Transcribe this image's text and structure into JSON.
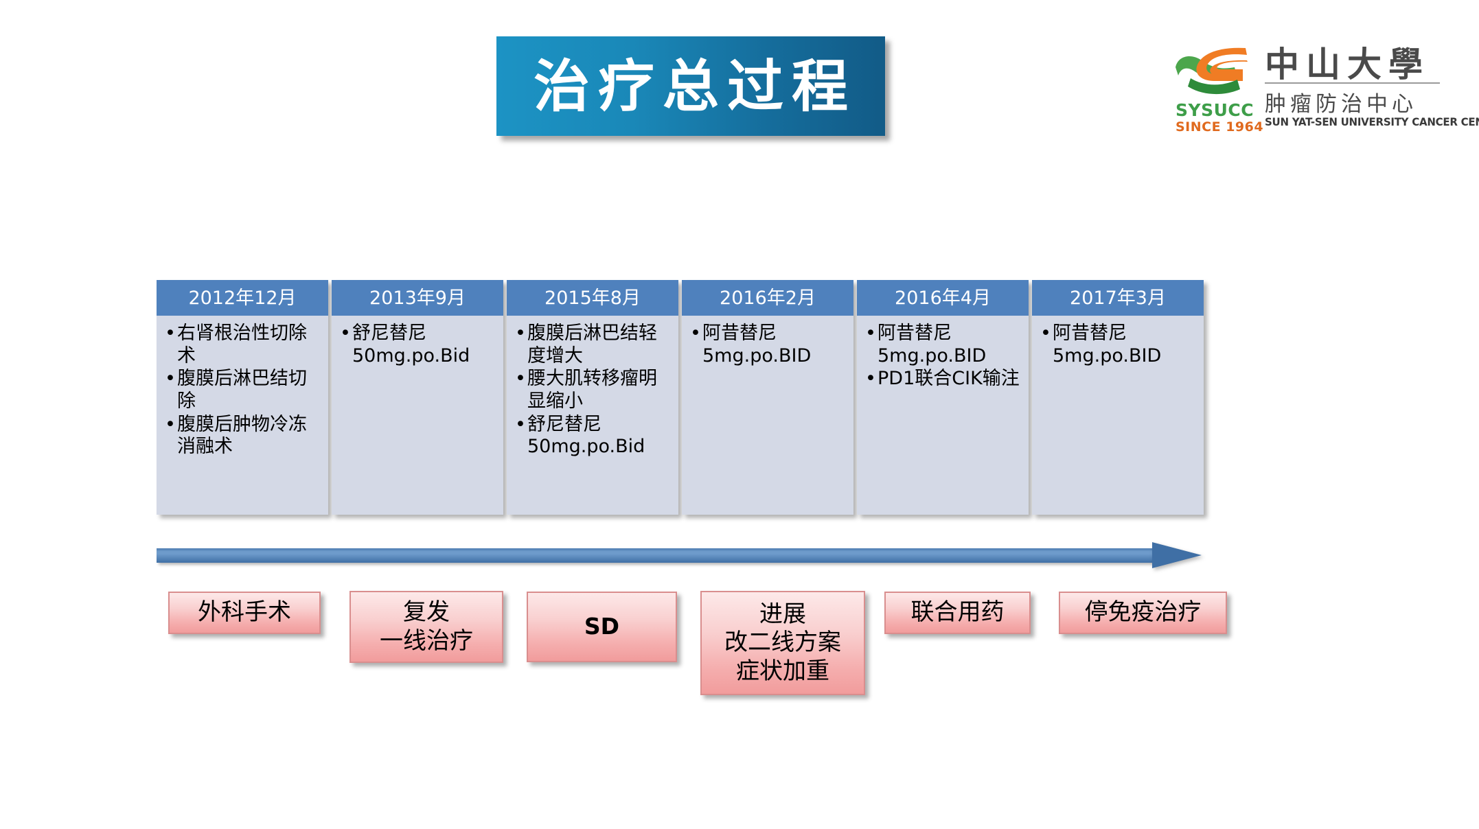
{
  "slide": {
    "title": "治疗总过程",
    "background_color": "#FFFFFF"
  },
  "logo": {
    "name": "sysucc-logo",
    "acronym": "SYSUCC",
    "since": "SINCE 1964",
    "cn_main": "中山大學",
    "cn_sub": "肿瘤防治中心",
    "en_name": "SUN YAT-SEN UNIVERSITY CANCER CENTER",
    "colors": {
      "green": "#3E9E49",
      "orange": "#E8752A",
      "text_gray": "#4A4A4A"
    }
  },
  "theme": {
    "title_gradient_start": "#1C93C4",
    "title_gradient_end": "#125B87",
    "card_header_blue": "#4F81BD",
    "card_body_blue": "#D4D9E6",
    "arrow_blue": "#3F6FA5",
    "stage_pink_light": "#FDE9E9",
    "stage_pink_dark": "#F19C9C",
    "stage_border": "#D98E8E"
  },
  "timeline": {
    "cards": [
      {
        "date": "2012年12月",
        "items": [
          "右肾根治性切除术",
          "腹膜后淋巴结切除",
          "腹膜后肿物冷冻消融术"
        ]
      },
      {
        "date": "2013年9月",
        "items": [
          "舒尼替尼50mg.po.Bid"
        ]
      },
      {
        "date": "2015年8月",
        "items": [
          "腹膜后淋巴结轻度增大",
          "腰大肌转移瘤明显缩小",
          "舒尼替尼50mg.po.Bid"
        ]
      },
      {
        "date": "2016年2月",
        "items": [
          "阿昔替尼5mg.po.BID"
        ]
      },
      {
        "date": "2016年4月",
        "items": [
          "阿昔替尼5mg.po.BID",
          "PD1联合CIK输注"
        ]
      },
      {
        "date": "2017年3月",
        "items": [
          "阿昔替尼5mg.po.BID"
        ]
      }
    ],
    "arrow": {
      "name": "timeline-arrow",
      "direction": "right"
    },
    "stages": [
      {
        "label": "外科手术",
        "script": "cjk"
      },
      {
        "label": "复发\n一线治疗",
        "script": "cjk"
      },
      {
        "label": "SD",
        "script": "latin"
      },
      {
        "label": "进展\n改二线方案\n症状加重",
        "script": "cjk"
      },
      {
        "label": "联合用药",
        "script": "cjk"
      },
      {
        "label": "停免疫治疗",
        "script": "cjk"
      }
    ]
  }
}
